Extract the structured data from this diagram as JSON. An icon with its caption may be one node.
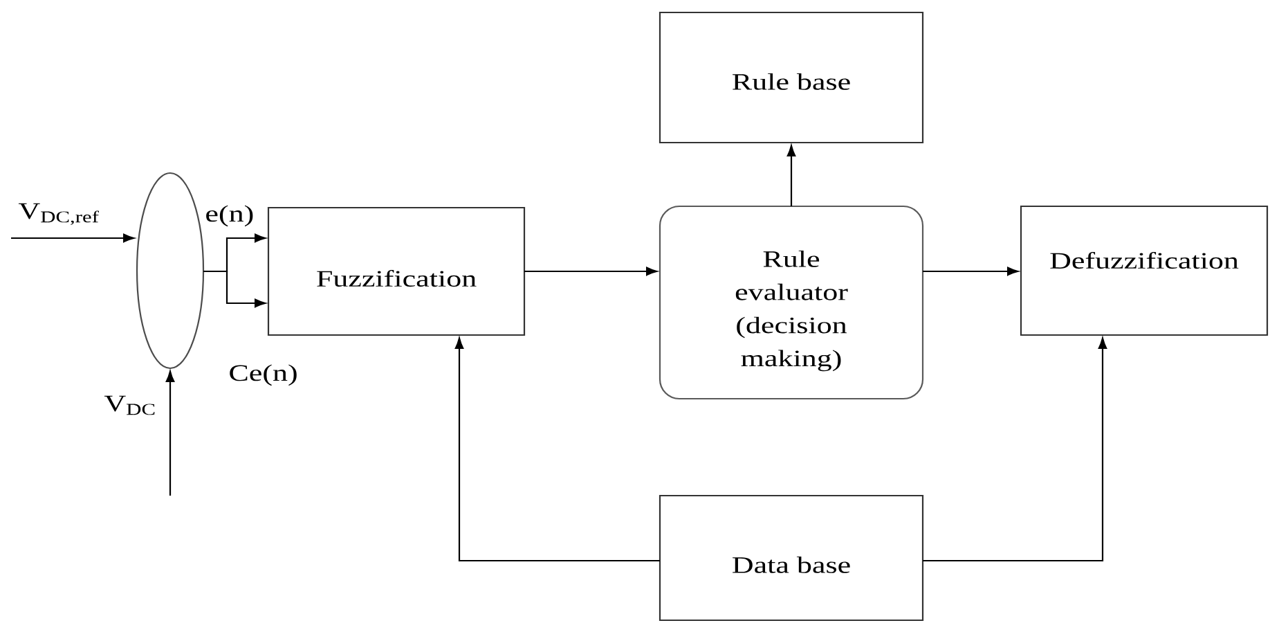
{
  "diagram": {
    "nodes": [
      {
        "text": [],
        "shape": "ellipse"
      },
      {
        "text": [
          "Fuzzification"
        ]
      },
      {
        "text": [
          "Rule base"
        ]
      },
      {
        "text": [
          "Rule evaluator (decision making)"
        ]
      },
      {
        "text": [
          "Defuzzification"
        ]
      },
      {
        "text": [
          "Data base"
        ]
      }
    ],
    "edges": [
      {
        "from": null,
        "to": 0,
        "arrow": "to",
        "label": "V$_{DC,ref}$"
      },
      {
        "from": null,
        "to": 0,
        "arrow": "to",
        "label": "V$_{DC}$"
      },
      {
        "from": 0,
        "to": 1,
        "arrow": "to",
        "label": "e(n)"
      },
      {
        "from": 0,
        "to": 1,
        "arrow": "to",
        "label": "Ce(n)"
      },
      {
        "from": 1,
        "to": 3,
        "arrow": "to"
      },
      {
        "from": 3,
        "to": 2,
        "arrow": "to"
      },
      {
        "from": 3,
        "to": 4,
        "arrow": "to"
      },
      {
        "from": 5,
        "to": 1,
        "arrow": "to"
      },
      {
        "from": 5,
        "to": 4,
        "arrow": "to"
      }
    ]
  }
}
